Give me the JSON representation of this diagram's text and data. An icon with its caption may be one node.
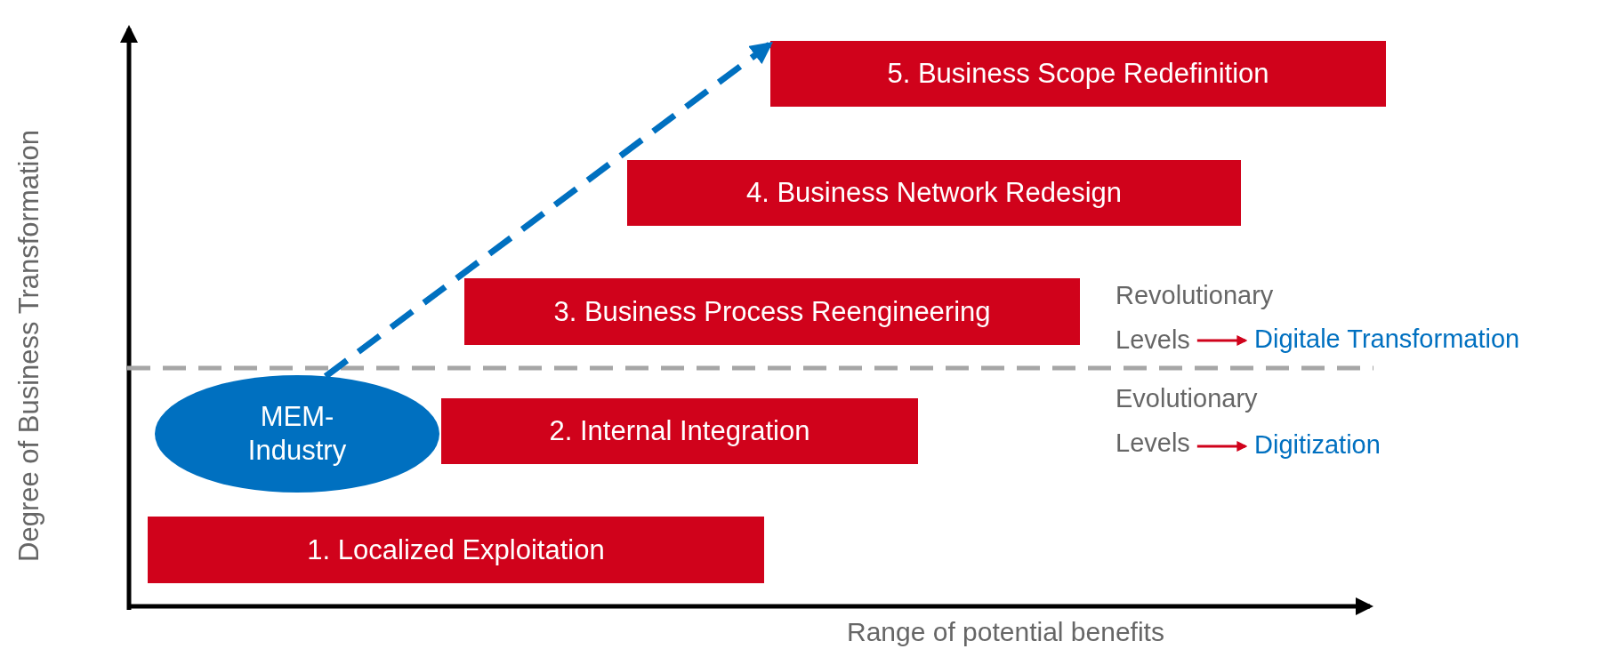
{
  "diagram": {
    "nodes": [
      {
        "text": [
          "5. Business Scope Redefinition"
        ]
      },
      {
        "text": [
          "4. Business Network Redesign"
        ]
      },
      {
        "text": [
          "3. Business Process Reengineering"
        ]
      },
      {
        "text": [
          "Revolutionary Levels"
        ]
      },
      {
        "text": [
          "Digitale Transformation"
        ]
      },
      {
        "text": [
          "MEM-Industry"
        ]
      },
      {
        "text": [
          "2. Internal Integration"
        ]
      },
      {
        "text": [
          "Evolutionary Levels"
        ]
      },
      {
        "text": [
          "Digitization"
        ]
      },
      {
        "text": [
          "1. Localized Exploitation"
        ]
      }
    ],
    "edges": [
      {
        "from": 5,
        "to": 0,
        "arrow": "to",
        "style": "dashed",
        "color": "#0070c0"
      },
      {
        "from": 3,
        "to": 4,
        "arrow": "to",
        "color": "#d0021b"
      },
      {
        "from": 7,
        "to": 8,
        "arrow": "to",
        "color": "#d0021b"
      }
    ],
    "labels": [
      "Degree of Business Transformation",
      "Range of potential benefits"
    ]
  }
}
